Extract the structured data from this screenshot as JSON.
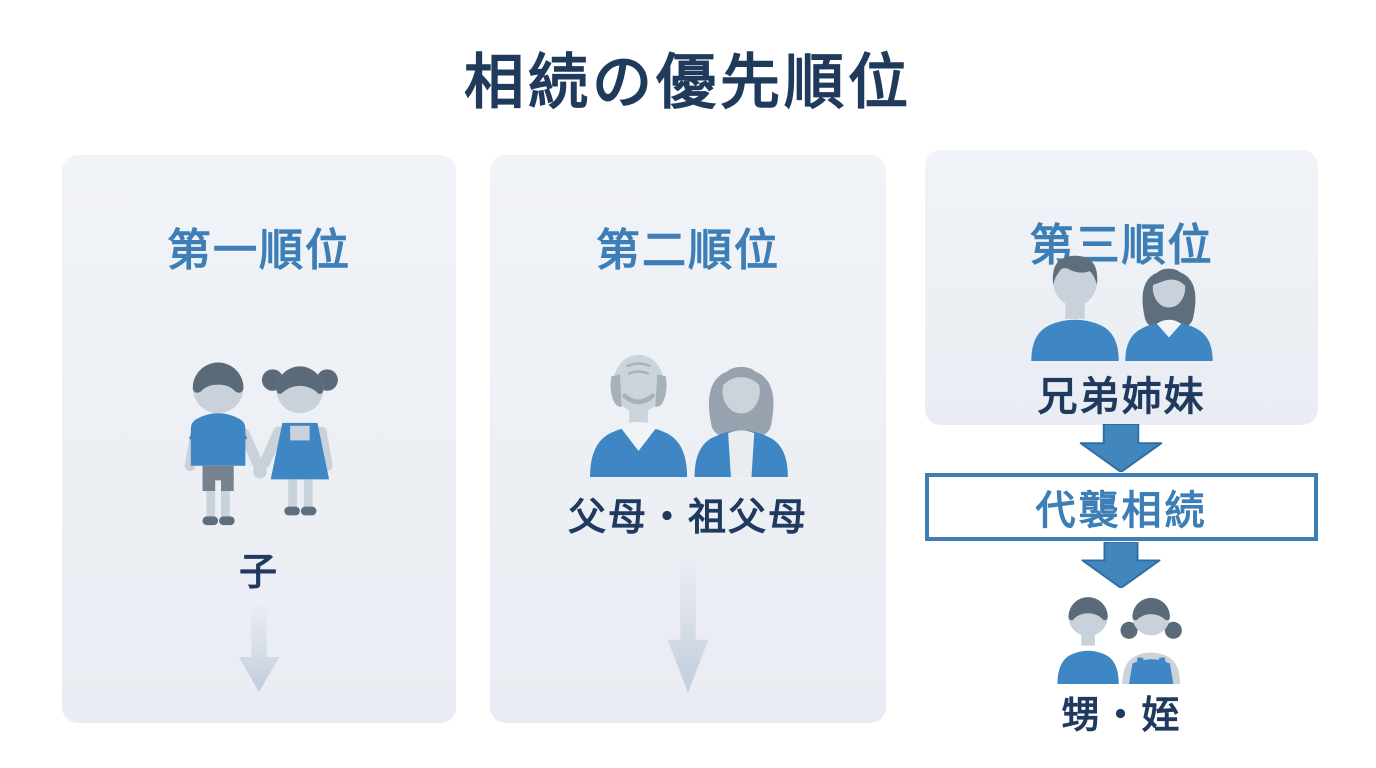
{
  "title": "相続の優先順位",
  "panels": [
    {
      "heading": "第一順位",
      "heirs_label": "子",
      "icon": "children-holding-hands-icon",
      "arrow": "faded-down-arrow-icon"
    },
    {
      "heading": "第二順位",
      "heirs_label": "父母・祖父母",
      "icon": "elderly-parents-icon",
      "arrow": "faded-down-arrow-icon"
    },
    {
      "heading": "第三順位",
      "heirs_label": "兄弟姉妹",
      "icon": "adult-siblings-icon"
    }
  ],
  "substitute_flow": {
    "box_label": "代襲相続",
    "result_label": "甥・姪",
    "result_icon": "nephew-niece-icon",
    "arrow": "blue-down-arrow-icon"
  },
  "colors": {
    "background": "#ffffff",
    "title_text": "#203a5c",
    "heading_blue": "#3c7eb5",
    "label_navy": "#1f3a5e",
    "panel_background": "#edf0f5",
    "person_clothing_blue": "#3e87c4",
    "person_skin_gray": "#c9d2da",
    "person_hair_slate": "#5a6a79",
    "elderly_hair_gray": "#9aa5b0",
    "faded_arrow_gray": "#c2cedb",
    "solid_arrow_blue": "#4187bd",
    "box_border_blue": "#3c7eb5"
  }
}
